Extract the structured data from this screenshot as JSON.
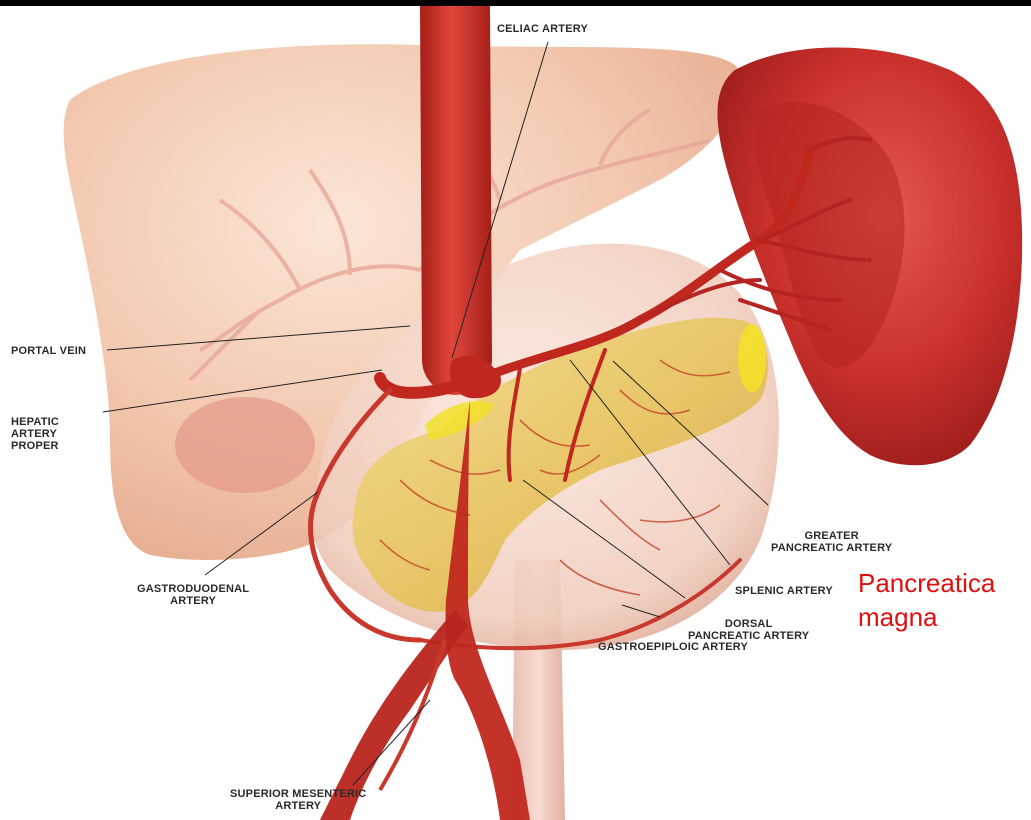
{
  "labels": {
    "celiac_artery": "CELIAC ARTERY",
    "portal_vein": "PORTAL VEIN",
    "hepatic_artery_proper": "HEPATIC\nARTERY\nPROPER",
    "gastroduodenal_artery": "GASTRODUODENAL\nARTERY",
    "greater_pancreatic_artery": "GREATER\nPANCREATIC  ARTERY",
    "splenic_artery": "SPLENIC ARTERY",
    "dorsal_pancreatic_artery": "DORSAL\nPANCREATIC  ARTERY",
    "gastroepiploic_artery": "GASTROEPIPLOIC ARTERY",
    "superior_mesenteric_artery": "SUPERIOR MESENTERIC\nARTERY"
  },
  "annotation": "Pancreatica\nmagna",
  "colors": {
    "annotation": "#e01010",
    "label_text": "#2a2a2a",
    "leader_line": "#222222",
    "liver": "#f2c4a8",
    "spleen": "#c9302c",
    "pancreas": "#e6c25a",
    "artery": "#c0281f",
    "top_border": "#000000"
  }
}
